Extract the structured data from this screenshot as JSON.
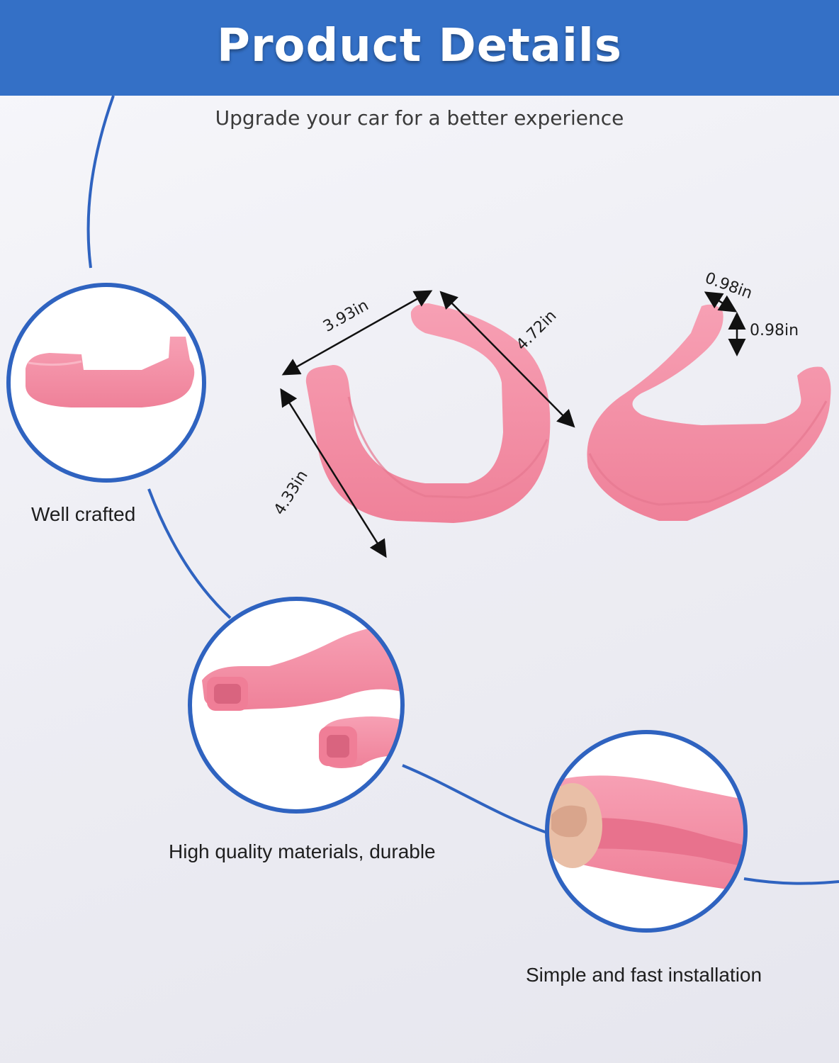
{
  "header": {
    "title": "Product Details",
    "subtitle": "Upgrade your car for a better experience"
  },
  "colors": {
    "banner": "#3470c6",
    "product_pink": "#f48aa3",
    "connector_line": "#2f63c0"
  },
  "features": [
    {
      "label": "Well crafted"
    },
    {
      "label": "High quality materials, durable"
    },
    {
      "label": "Simple and fast installation"
    }
  ],
  "dimensions": {
    "width_top": "3.93in",
    "height_left": "4.33in",
    "diagonal": "4.72in",
    "tube_width": "0.98in",
    "tube_height": "0.98in"
  }
}
